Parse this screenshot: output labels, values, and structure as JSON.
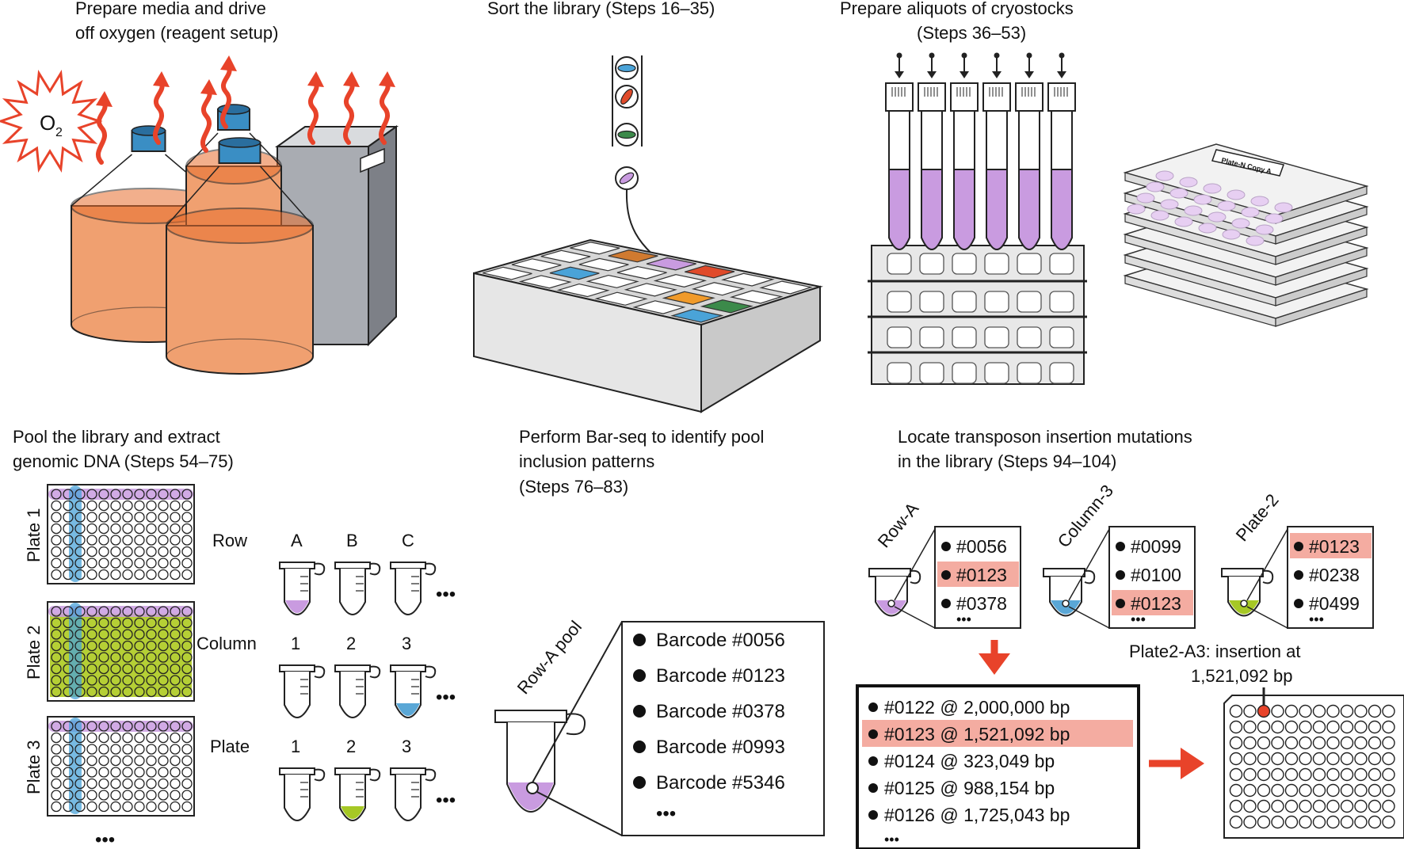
{
  "panels": {
    "media": {
      "title_line1": "Prepare media and drive",
      "title_line2": "off oxygen (reagent setup)",
      "o2_label": "O",
      "o2_sub": "2"
    },
    "sort": {
      "title": "Sort the library (Steps 16–35)"
    },
    "cryo": {
      "title_line1": "Prepare aliquots of cryostocks",
      "title_line2": "(Steps 36–53)",
      "plate_label": "Plate-N Copy A"
    },
    "pool": {
      "title_line1": "Pool the library and extract",
      "title_line2": "genomic DNA (Steps 54–75)",
      "plates": [
        "Plate 1",
        "Plate 2",
        "Plate 3"
      ],
      "row_labels": [
        "Row",
        "Column",
        "Plate"
      ],
      "row_headers": [
        "A",
        "B",
        "C"
      ],
      "col_headers": [
        "1",
        "2",
        "3"
      ],
      "plate_headers": [
        "1",
        "2",
        "3"
      ],
      "ellipsis": "•••"
    },
    "barseq": {
      "title_line1": "Perform Bar-seq to identify pool",
      "title_line2": "inclusion patterns",
      "title_line3": "(Steps 76–83)",
      "pool_label": "Row-A pool",
      "barcodes": [
        "Barcode #0056",
        "Barcode #0123",
        "Barcode #0378",
        "Barcode #0993",
        "Barcode #5346"
      ],
      "ellipsis": "•••"
    },
    "locate": {
      "title_line1": "Locate transposon insertion mutations",
      "title_line2": "in the library (Steps 94–104)",
      "tubes": [
        {
          "label": "Row-A",
          "ids": [
            "#0056",
            "#0123",
            "#0378"
          ],
          "highlight": 1
        },
        {
          "label": "Column-3",
          "ids": [
            "#0099",
            "#0100",
            "#0123"
          ],
          "highlight": 2
        },
        {
          "label": "Plate-2",
          "ids": [
            "#0123",
            "#0238",
            "#0499"
          ],
          "highlight": 0
        }
      ],
      "ellipsis": "•••",
      "insertions": [
        "#0122 @ 2,000,000 bp",
        "#0123 @ 1,521,092 bp",
        "#0124 @ 323,049 bp",
        "#0125 @ 988,154 bp",
        "#0126 @ 1,725,043 bp"
      ],
      "insertion_highlight": 1,
      "result_line1": "Plate2-A3: insertion at",
      "result_line2": "1,521,092 bp"
    }
  },
  "colors": {
    "orange_fill": "#f0a070",
    "orange_dark": "#e86f2f",
    "red_arrow": "#e8432a",
    "cap_blue": "#3a8ec4",
    "grey_box": "#a9acb2",
    "purple": "#c99be0",
    "blue_liquid": "#5aa7d6",
    "green_liquid": "#a6c825",
    "highlight": "#f4aca1",
    "plate_green": "#b5cf35",
    "cell_blue": "#4aa3d8",
    "cell_red": "#e04a2a",
    "cell_green": "#3c8a4a",
    "cell_orange": "#f09a2a",
    "cell_brown": "#d07a30"
  }
}
